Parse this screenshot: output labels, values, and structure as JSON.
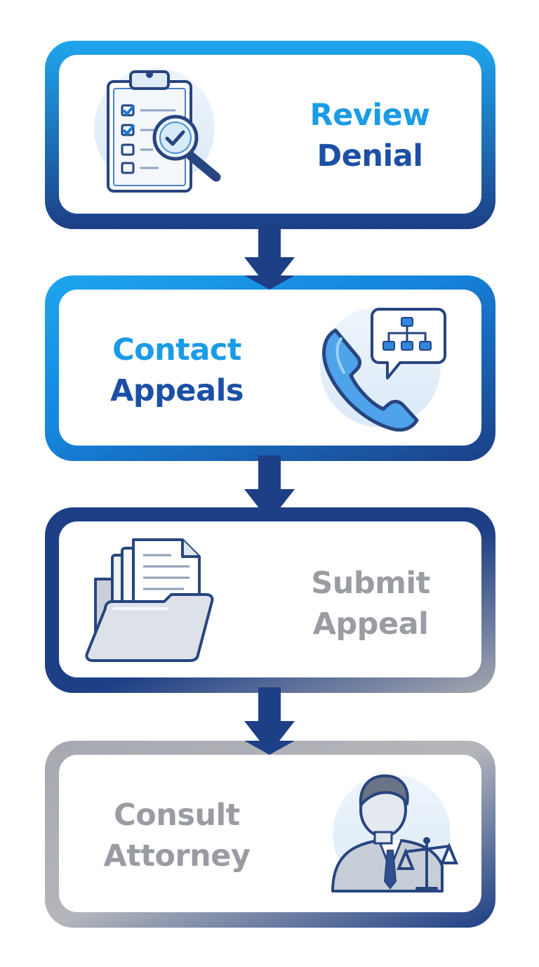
{
  "colors": {
    "light_blue": "#1a9be6",
    "bright_blue": "#0e7fd8",
    "navy": "#1d3f86",
    "dark_navy": "#16306c",
    "gray": "#a6a8af",
    "icon_fill_light": "#dfeefb",
    "icon_stroke": "#27457f"
  },
  "steps": [
    {
      "line1": "Review",
      "line2": "Denial",
      "icon": "clipboard-magnifier-icon",
      "text_colors": [
        "#1a9be6",
        "#1c4fa6"
      ]
    },
    {
      "line1": "Contact",
      "line2": "Appeals",
      "icon": "phone-org-chart-icon",
      "text_colors": [
        "#1a9be6",
        "#1c4fa6"
      ]
    },
    {
      "line1": "Submit",
      "line2": "Appeal",
      "icon": "folder-documents-icon",
      "text_colors": [
        "#9a9ca3",
        "#9a9ca3"
      ]
    },
    {
      "line1": "Consult",
      "line2": "Attorney",
      "icon": "attorney-scales-icon",
      "text_colors": [
        "#9a9ca3",
        "#9a9ca3"
      ]
    }
  ]
}
